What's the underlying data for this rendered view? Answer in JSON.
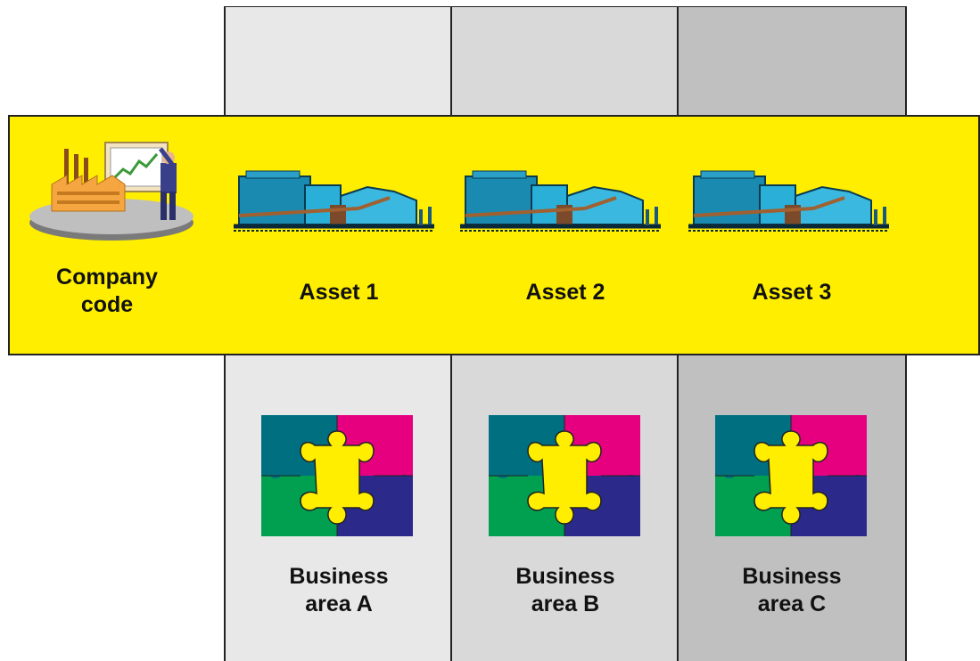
{
  "company": {
    "label": "Company code"
  },
  "assets": [
    {
      "label": "Asset 1"
    },
    {
      "label": "Asset 2"
    },
    {
      "label": "Asset 3"
    }
  ],
  "business_areas": [
    {
      "label": "Business area A"
    },
    {
      "label": "Business area B"
    },
    {
      "label": "Business area C"
    }
  ],
  "colors": {
    "band": "#ffee00",
    "column_a": "#e8e8e8",
    "column_b": "#d9d9d9",
    "column_c": "#c0c0c0",
    "puzzle_teal": "#007080",
    "puzzle_magenta": "#e60080",
    "puzzle_green": "#00a050",
    "puzzle_navy": "#2b2a8a",
    "puzzle_center": "#ffee00"
  },
  "icons": {
    "company": "company-code-icon",
    "asset": "factory-plant-icon",
    "business_area": "puzzle-icon"
  }
}
